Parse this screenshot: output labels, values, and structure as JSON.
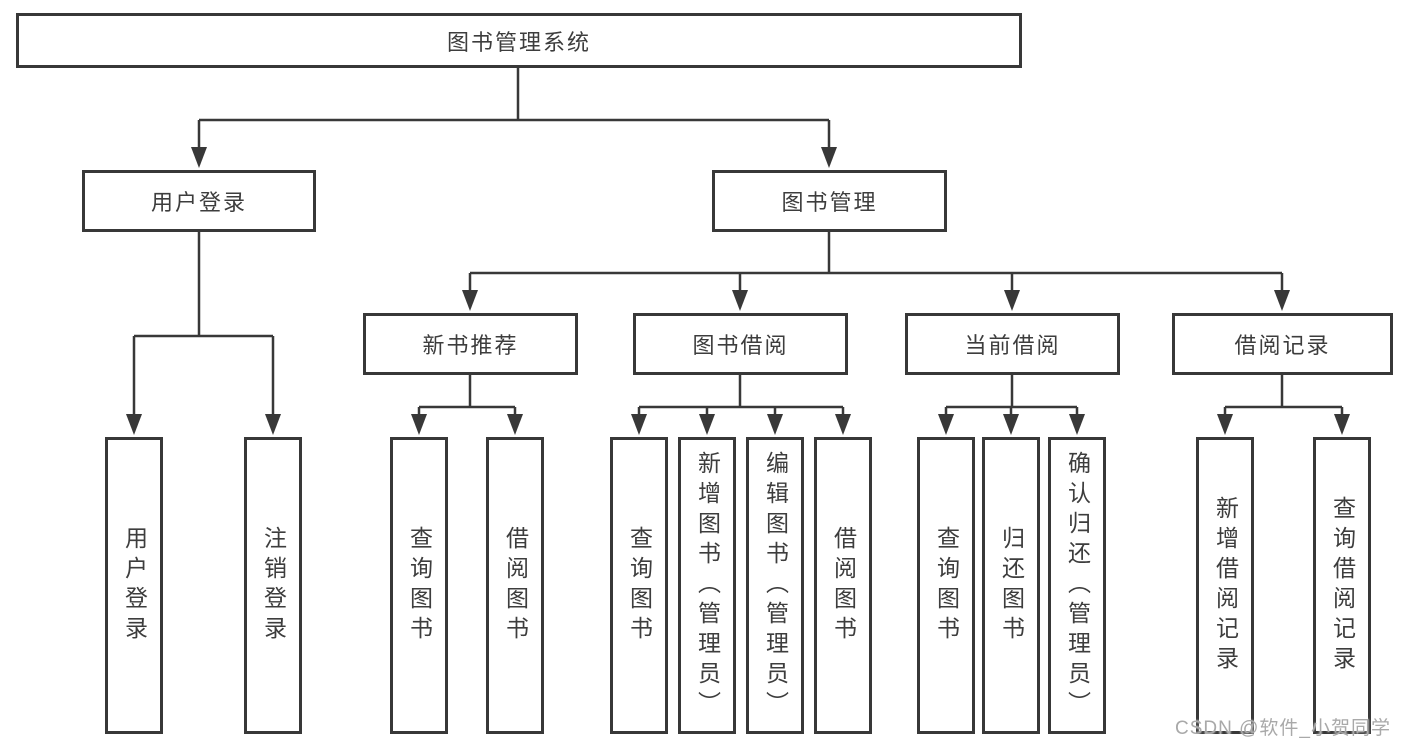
{
  "colors": {
    "line": "#383838",
    "text": "#3d3d3d",
    "background": "#ffffff",
    "watermark": "#a9a9a9"
  },
  "tree": {
    "root": {
      "label": "图书管理系统"
    },
    "branches": [
      {
        "label": "用户登录",
        "children": [
          {
            "label": "用户登录"
          },
          {
            "label": "注销登录"
          }
        ]
      },
      {
        "label": "图书管理",
        "children": [
          {
            "label": "新书推荐",
            "children": [
              {
                "label": "查询图书"
              },
              {
                "label": "借阅图书"
              }
            ]
          },
          {
            "label": "图书借阅",
            "children": [
              {
                "label": "查询图书"
              },
              {
                "label": "新增图书（管理员）"
              },
              {
                "label": "编辑图书（管理员）"
              },
              {
                "label": "借阅图书"
              }
            ]
          },
          {
            "label": "当前借阅",
            "children": [
              {
                "label": "查询图书"
              },
              {
                "label": "归还图书"
              },
              {
                "label": "确认归还（管理员）"
              }
            ]
          },
          {
            "label": "借阅记录",
            "children": [
              {
                "label": "新增借阅记录"
              },
              {
                "label": "查询借阅记录"
              }
            ]
          }
        ]
      }
    ]
  },
  "watermark": {
    "text": "CSDN @软件_小贺同学"
  }
}
